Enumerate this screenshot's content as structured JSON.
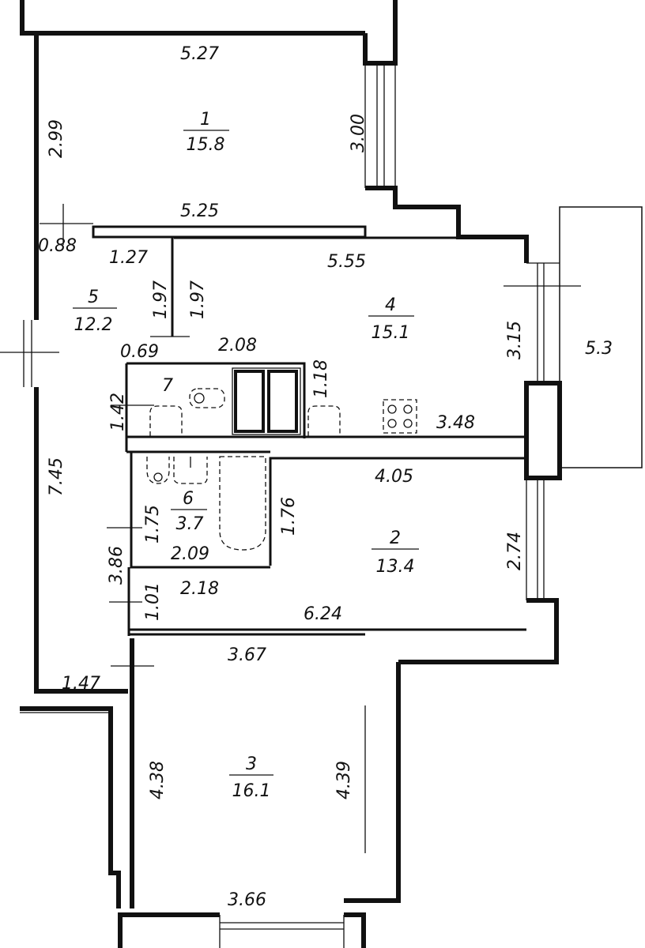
{
  "rooms": [
    {
      "id": "room-1",
      "number": "1",
      "area": "15.8"
    },
    {
      "id": "room-2",
      "number": "2",
      "area": "13.4"
    },
    {
      "id": "room-3",
      "number": "3",
      "area": "16.1"
    },
    {
      "id": "room-4",
      "number": "4",
      "area": "15.1"
    },
    {
      "id": "room-5",
      "number": "5",
      "area": "12.2"
    },
    {
      "id": "room-6",
      "number": "6",
      "area": "3.7"
    },
    {
      "id": "room-7",
      "number": "7",
      "area": ""
    }
  ],
  "dimensions": {
    "r1_top": "5.27",
    "r1_left": "2.99",
    "r1_right": "3.00",
    "r1_bottom": "5.25",
    "corridor_088": "0.88",
    "corridor_127": "1.27",
    "corridor_197a": "1.97",
    "corridor_197b": "1.97",
    "r4_top": "5.55",
    "r4_right": "3.15",
    "r4_bottom": "3.48",
    "balcony": "5.3",
    "r7_top_069": "0.69",
    "r7_top_208": "2.08",
    "r7_left": "1.42",
    "kitchen_118": "1.18",
    "r5_left": "7.45",
    "r6_left": "1.75",
    "r6_right": "1.76",
    "r6_bottom": "2.09",
    "r2_top": "4.05",
    "r2_right": "2.74",
    "r2_bottom": "6.24",
    "dim_386": "3.86",
    "dim_101": "1.01",
    "dim_218": "2.18",
    "r3_top": "3.67",
    "dim_147": "1.47",
    "r3_left": "4.38",
    "r3_right": "4.39",
    "r3_bottom": "3.66"
  }
}
